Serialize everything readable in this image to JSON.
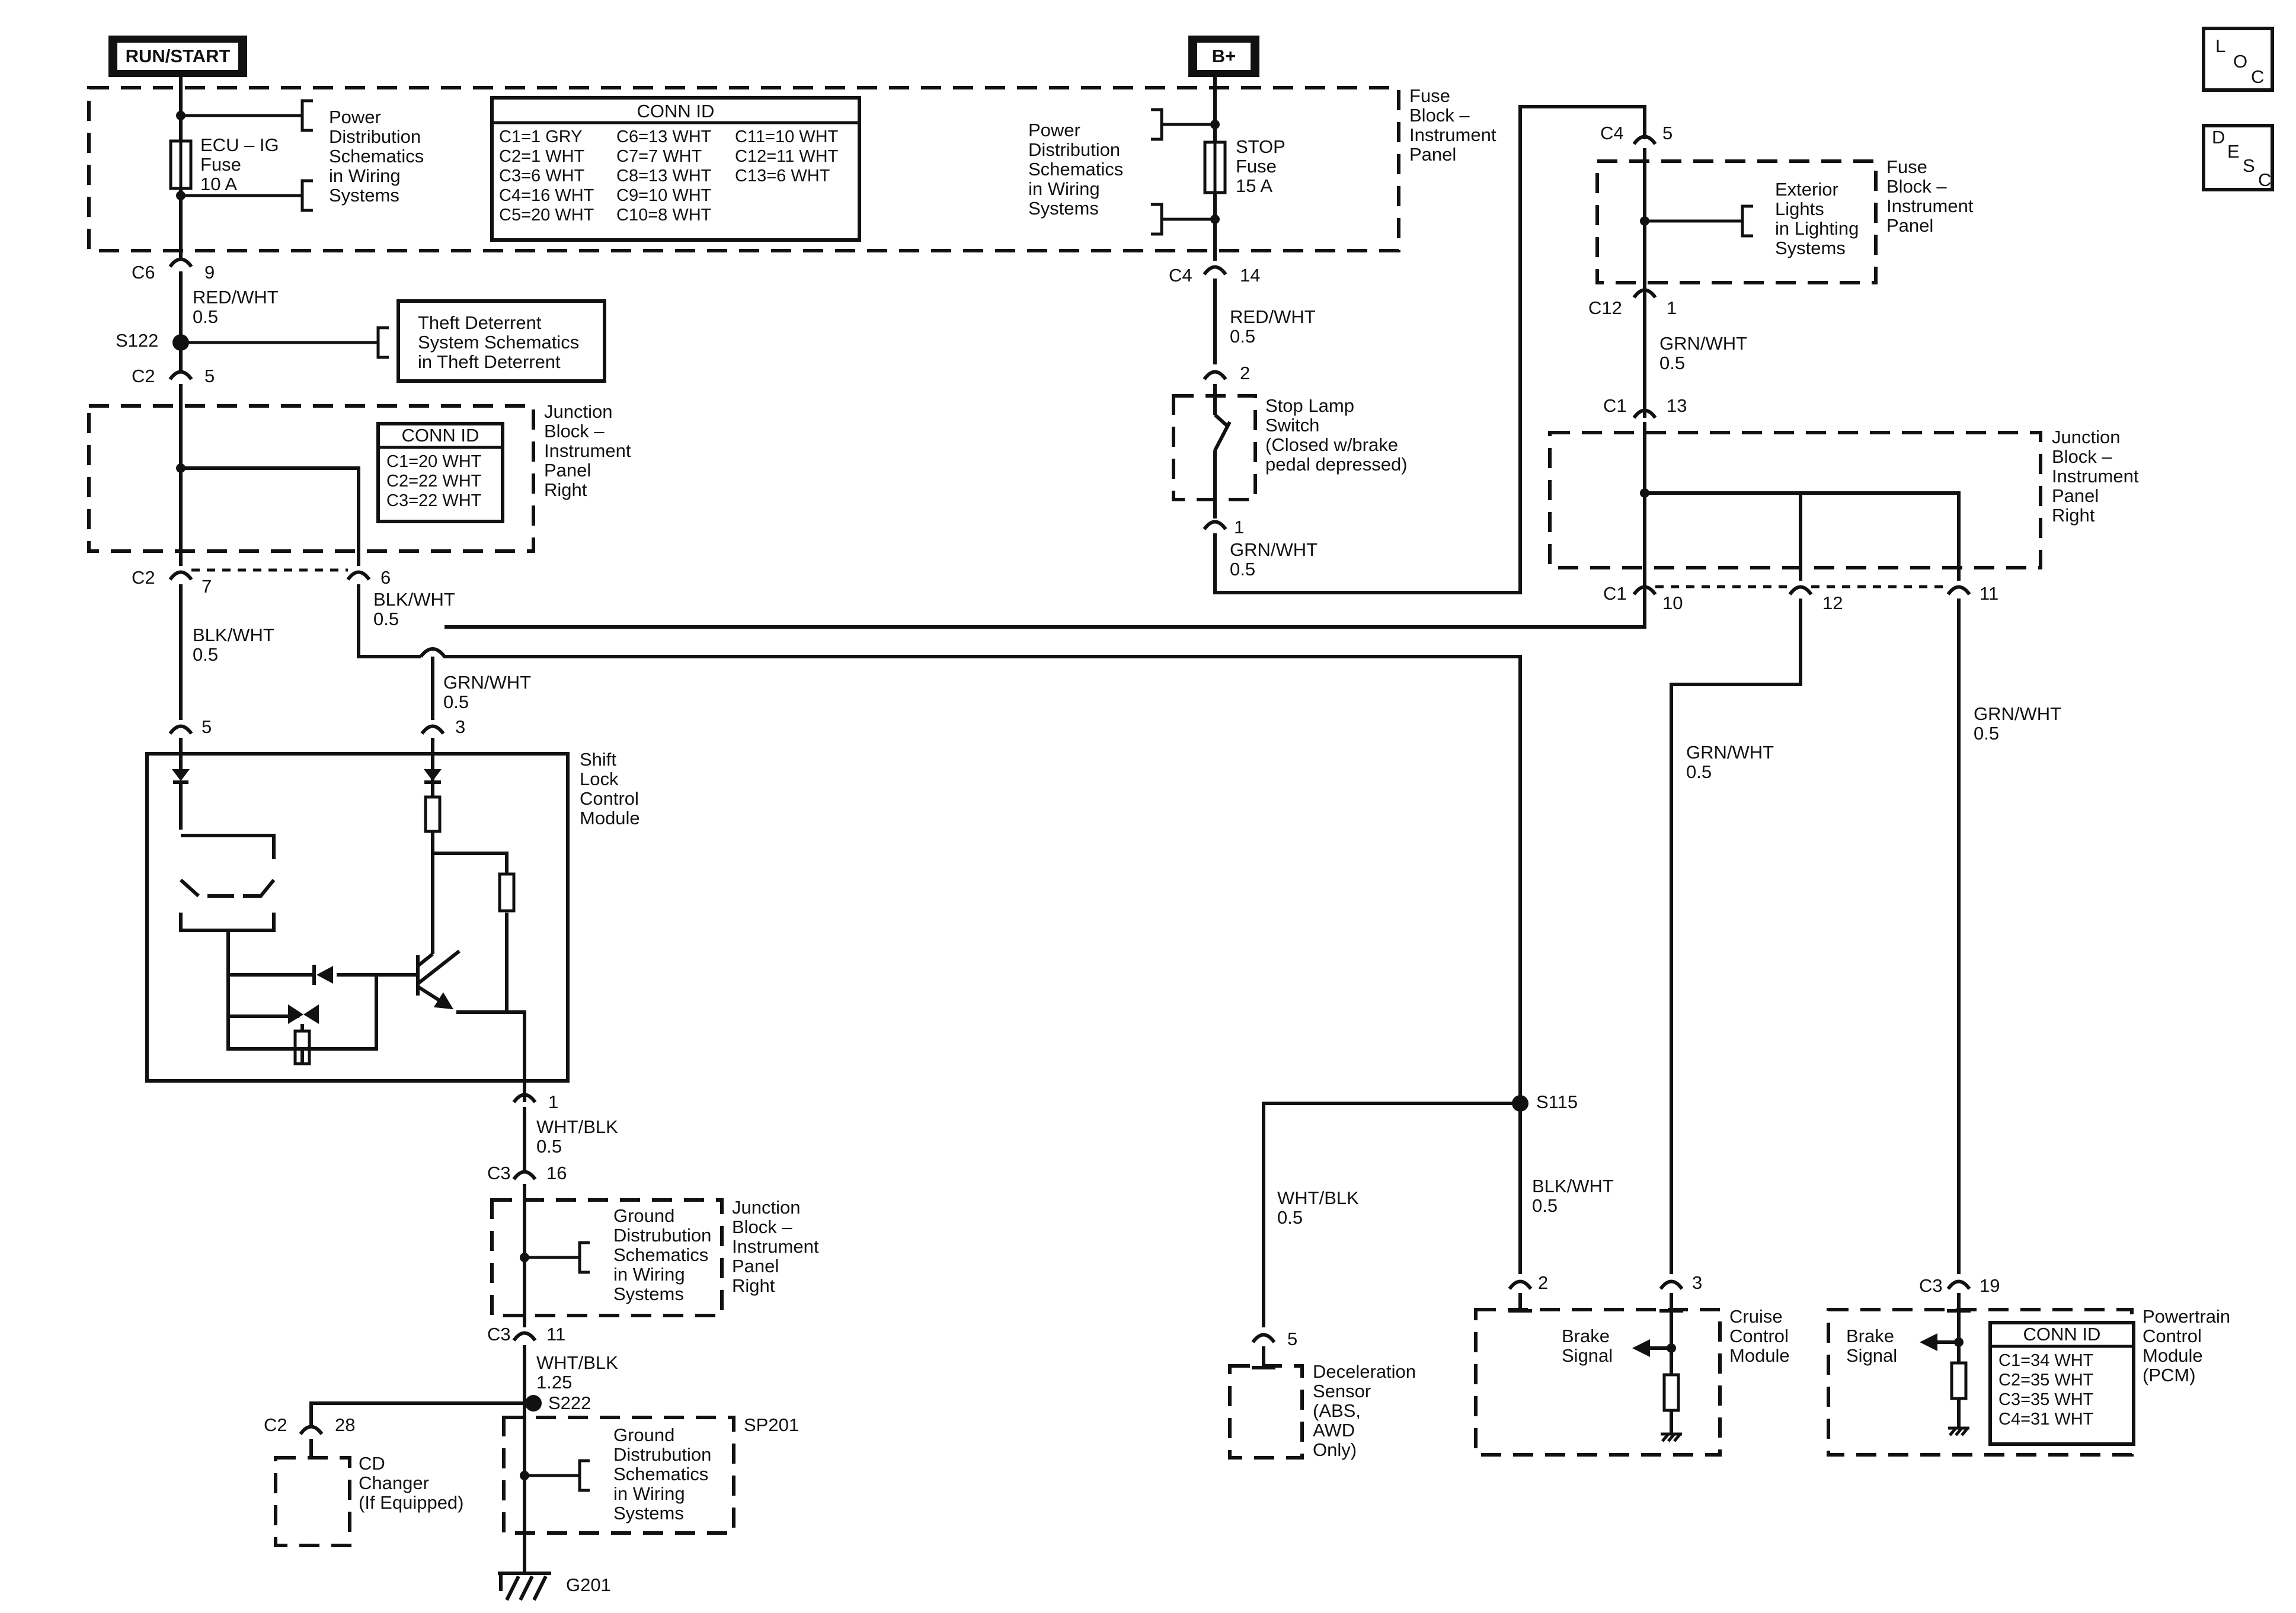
{
  "headers": {
    "run_start": "RUN/START",
    "b_plus": "B+",
    "loc": [
      "L",
      "O",
      "C"
    ],
    "desc": [
      "D",
      "E",
      "S",
      "C"
    ]
  },
  "fuse_block_ip": {
    "name": [
      "Fuse",
      "Block –",
      "Instrument",
      "Panel"
    ],
    "ecu_fuse": [
      "ECU – IG",
      "Fuse",
      "10 A"
    ],
    "stop_fuse": [
      "STOP",
      "Fuse",
      "15 A"
    ],
    "power_dist_left": [
      "Power",
      "Distribution",
      "Schematics",
      "in Wiring",
      "Systems"
    ],
    "power_dist_right": [
      "Power",
      "Distribution",
      "Schematics",
      "in Wiring",
      "Systems"
    ],
    "conn_id": {
      "title": "CONN ID",
      "col1": [
        "C1=1 GRY",
        "C2=1 WHT",
        "C3=6 WHT",
        "C4=16 WHT",
        "C5=20 WHT"
      ],
      "col2": [
        "C6=13 WHT",
        "C7=7 WHT",
        "C8=13 WHT",
        "C9=10 WHT",
        "C10=8 WHT"
      ],
      "col3": [
        "C11=10 WHT",
        "C12=11 WHT",
        "C13=6 WHT"
      ]
    }
  },
  "left_branch": {
    "c6": "C6",
    "c6_pin": "9",
    "wire1": [
      "RED/WHT",
      "0.5"
    ],
    "splice": "S122",
    "theft": [
      "Theft Deterrent",
      "System Schematics",
      "in Theft Deterrent"
    ],
    "c2_top": "C2",
    "c2_top_pin": "5",
    "jb_name": [
      "Junction",
      "Block –",
      "Instrument",
      "Panel",
      "Right"
    ],
    "jb_conn": {
      "title": "CONN ID",
      "rows": [
        "C1=20 WHT",
        "C2=22 WHT",
        "C3=22 WHT"
      ]
    },
    "c2_bot": "C2",
    "c2_bot_pin": "7",
    "pin6": "6",
    "wire_a": [
      "BLK/WHT",
      "0.5"
    ],
    "wire_b": [
      "BLK/WHT",
      "0.5"
    ],
    "wire_grn": [
      "GRN/WHT",
      "0.5"
    ]
  },
  "shift_lock": {
    "name": [
      "Shift",
      "Lock",
      "Control",
      "Module"
    ],
    "pin5": "5",
    "pin3": "3",
    "pin1": "1",
    "out_wire": [
      "WHT/BLK",
      "0.5"
    ]
  },
  "ground_path": {
    "c3a": "C3",
    "c3a_pin": "16",
    "gd1": [
      "Ground",
      "Distrubution",
      "Schematics",
      "in Wiring",
      "Systems"
    ],
    "jb_name": [
      "Junction",
      "Block –",
      "Instrument",
      "Panel",
      "Right"
    ],
    "c3b": "C3",
    "c3b_pin": "11",
    "wire": [
      "WHT/BLK",
      "1.25"
    ],
    "splice": "S222",
    "sp": "SP201",
    "gd2": [
      "Ground",
      "Distrubution",
      "Schematics",
      "in Wiring",
      "Systems"
    ],
    "ground": "G201",
    "c2": "C2",
    "c2_pin": "28",
    "cd": [
      "CD",
      "Changer",
      "(If Equipped)"
    ]
  },
  "stop_path": {
    "c4": "C4",
    "c4_pin": "14",
    "wire1": [
      "RED/WHT",
      "0.5"
    ],
    "pin2": "2",
    "pin1": "1",
    "switch": [
      "Stop Lamp",
      "Switch",
      "(Closed w/brake",
      "pedal depressed)"
    ],
    "wire2": [
      "GRN/WHT",
      "0.5"
    ]
  },
  "right_fuse": {
    "c4": "C4",
    "c4_pin": "5",
    "ext": [
      "Exterior",
      "Lights",
      "in Lighting",
      "Systems"
    ],
    "name": [
      "Fuse",
      "Block –",
      "Instrument",
      "Panel"
    ],
    "c12": "C12",
    "c12_pin": "1",
    "wire": [
      "GRN/WHT",
      "0.5"
    ],
    "c1": "C1",
    "c1_pin": "13"
  },
  "right_jb": {
    "name": [
      "Junction",
      "Block –",
      "Instrument",
      "Panel",
      "Right"
    ],
    "c1": "C1",
    "pin10": "10",
    "pin12": "12",
    "pin11": "11"
  },
  "outputs": {
    "s115": "S115",
    "wire_decel": [
      "WHT/BLK",
      "0.5"
    ],
    "wire_cruise_blk": [
      "BLK/WHT",
      "0.5"
    ],
    "wire_cruise_grn": [
      "GRN/WHT",
      "0.5"
    ],
    "wire_pcm": [
      "GRN/WHT",
      "0.5"
    ],
    "decel_pin": "5",
    "decel": [
      "Deceleration",
      "Sensor",
      "(ABS,",
      "AWD",
      "Only)"
    ],
    "cruise_pin2": "2",
    "cruise_pin3": "3",
    "brake1": [
      "Brake",
      "Signal"
    ],
    "cruise": [
      "Cruise",
      "Control",
      "Module"
    ],
    "c3": "C3",
    "pcm_pin": "19",
    "brake2": [
      "Brake",
      "Signal"
    ],
    "pcm_conn": {
      "title": "CONN ID",
      "rows": [
        "C1=34 WHT",
        "C2=35 WHT",
        "C3=35 WHT",
        "C4=31 WHT"
      ]
    },
    "pcm": [
      "Powertrain",
      "Control",
      "Module",
      "(PCM)"
    ]
  }
}
